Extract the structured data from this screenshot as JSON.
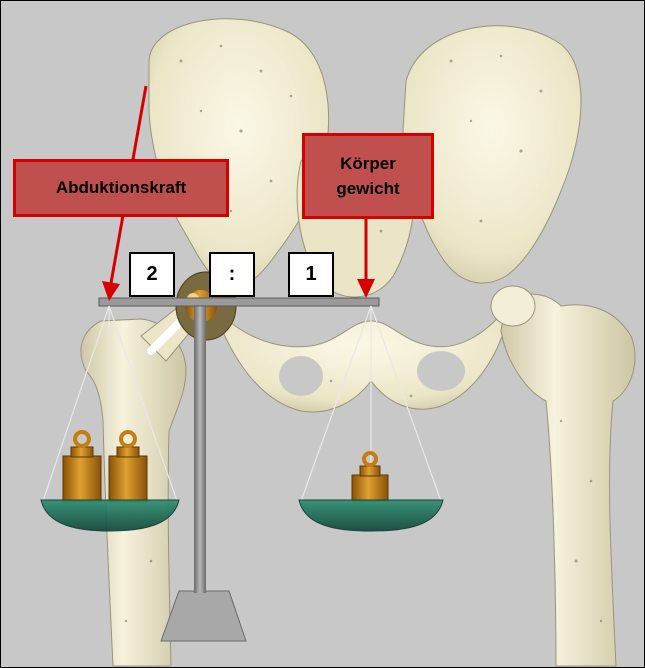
{
  "labels": {
    "abduction_force": "Abduktionskraft",
    "body_weight_line1": "Körper",
    "body_weight_line2": "gewicht"
  },
  "ratio": {
    "left": "2",
    "separator": ":",
    "right": "1"
  },
  "colors": {
    "background": "#c8c8c8",
    "bone": "#f1edd6",
    "callout_fill": "#c0504d",
    "callout_border": "#d60000",
    "weight_gold": "#c47d12",
    "pan_green": "#1e6e58"
  }
}
